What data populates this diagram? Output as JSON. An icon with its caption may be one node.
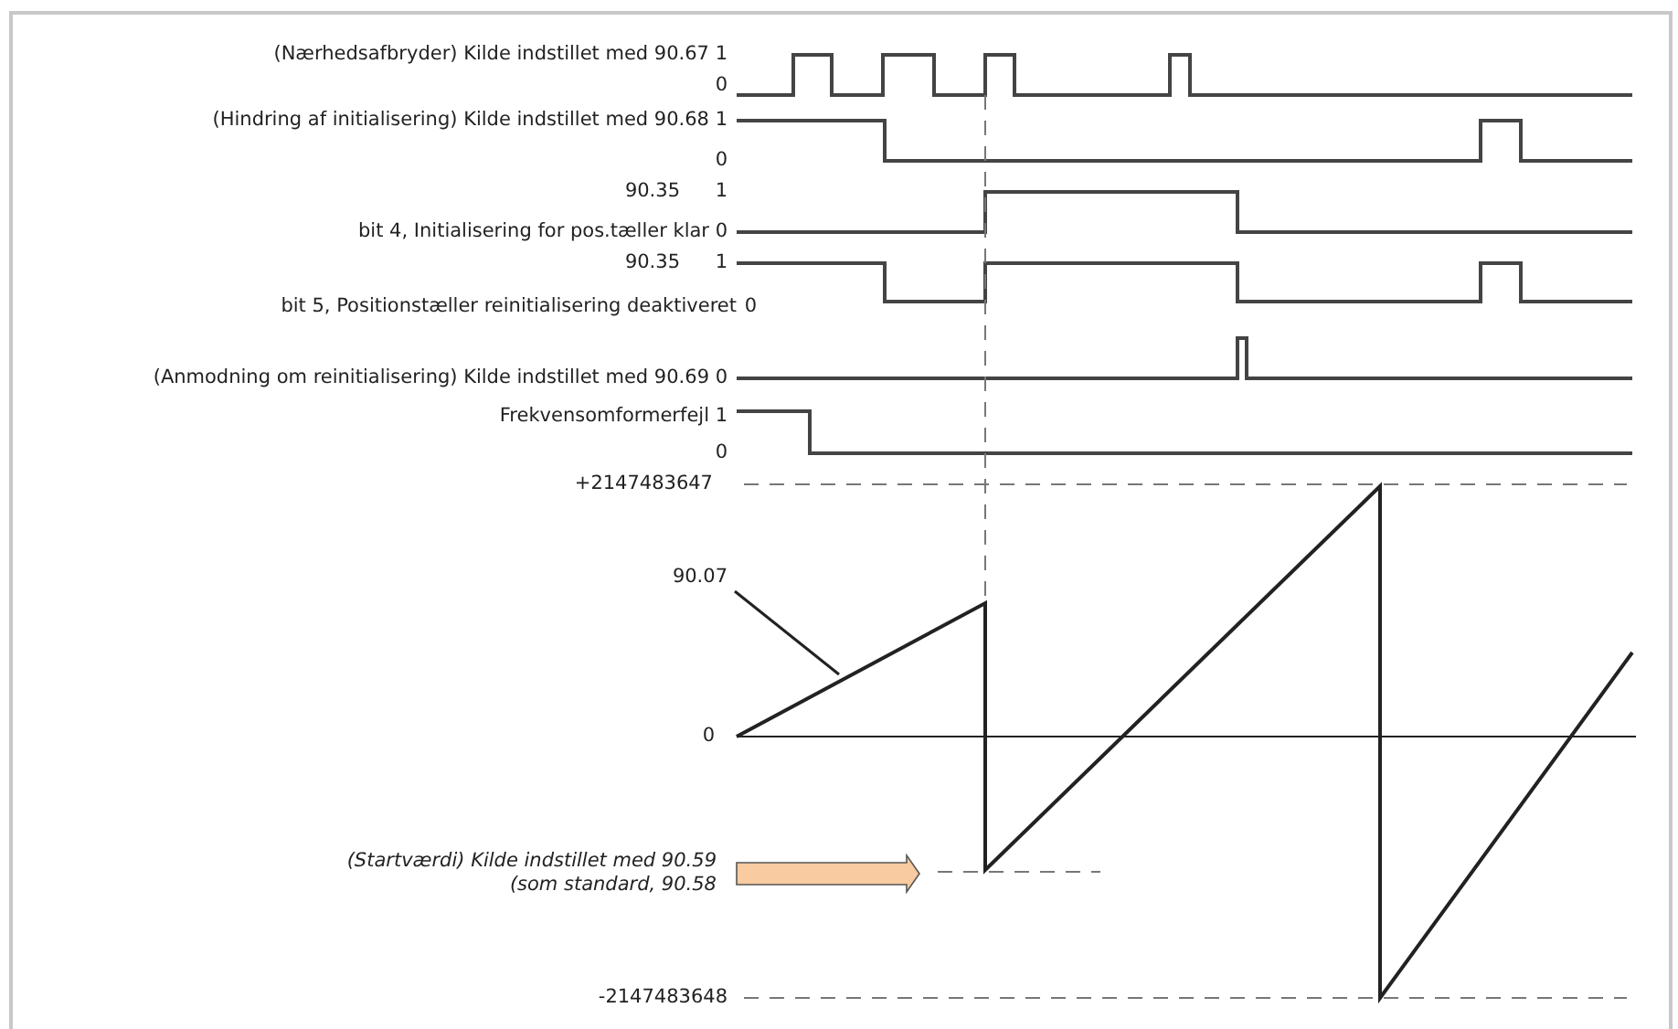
{
  "diagram": {
    "nodes": [
      {
        "text": [
          "90.07"
        ]
      },
      {
        "text": [
          "(Startværdi) Kilde indstillet med 90.59 (som standard, 90.58"
        ]
      }
    ],
    "edges": [
      {
        "from": 0,
        "to": null,
        "arrow": "none"
      },
      {
        "from": 1,
        "to": null,
        "arrow": "to",
        "style": "thick",
        "color": "#f8cba0"
      }
    ],
    "labels": [
      "(Nærhedsafbryder) Kilde indstillet med 90.67",
      "1",
      "0",
      "(Hindring af initialisering) Kilde indstillet med 90.68",
      "1",
      "0",
      "90.35",
      "1",
      "bit 4, Initialisering for pos.tæller klar",
      "0",
      "90.35",
      "1",
      "bit 5, Positionstæller reinitialisering deaktiveret",
      "0",
      "(Anmodning om reinitialisering) Kilde indstillet med 90.69",
      "0",
      "Frekvensomformerfejl",
      "1",
      "0",
      "+2147483647",
      "0",
      "-2147483648"
    ]
  }
}
